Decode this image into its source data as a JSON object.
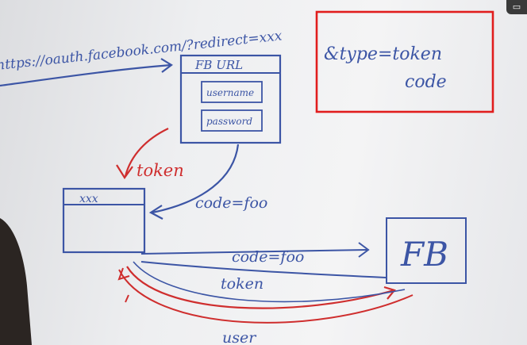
{
  "whiteboard": {
    "url_text": "https://oauth.facebook.com/?redirect=xxx",
    "type_text": "&type=token",
    "code_alt_text": "code",
    "popup_title": "FB URL",
    "username_label": "username",
    "password_label": "password",
    "token_label_top": "token",
    "code_label_mid": "code=foo",
    "app_window_title": "xxx",
    "code_label_bottom": "code=foo",
    "token_label_bottom": "token",
    "fb_box_label": "FB",
    "bottom_cut_label": "user"
  },
  "colors": {
    "marker_blue": "#3c55a5",
    "marker_red": "#cf2e2e",
    "highlight_red": "#e11d1d",
    "board": "#eeeff1"
  },
  "player": {
    "corner_icon": "chat-icon"
  }
}
